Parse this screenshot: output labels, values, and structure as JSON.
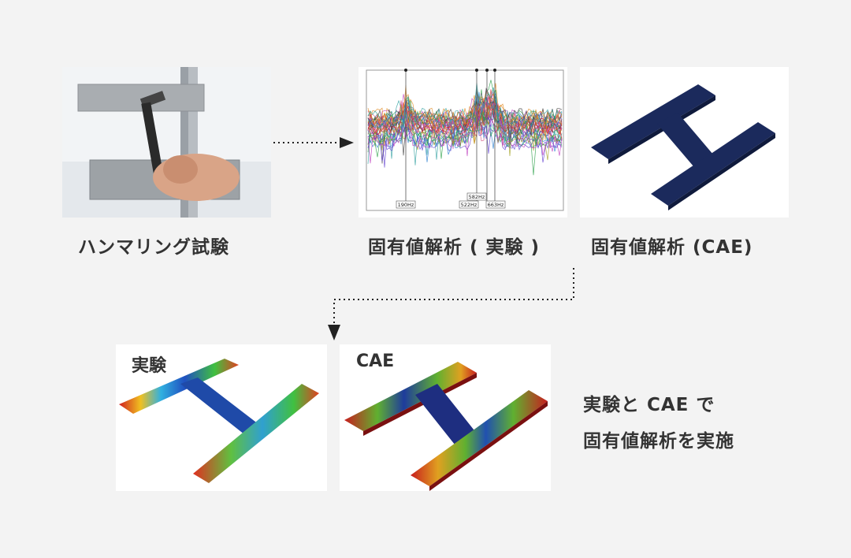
{
  "steps": {
    "hammering": {
      "caption": "ハンマリング試験"
    },
    "experiment": {
      "caption": "固有値解析 ( 実験 )",
      "peaks": [
        {
          "label": "190Hz"
        },
        {
          "label": "522Hz"
        },
        {
          "label": "582Hz"
        },
        {
          "label": "663Hz"
        }
      ]
    },
    "cae": {
      "caption": "固有値解析 (CAE)"
    }
  },
  "comparison": {
    "experiment_label": "実験",
    "cae_label": "CAE",
    "note_line1": "実験と CAE で",
    "note_line2": "固有値解析を実施"
  },
  "colors": {
    "background": "#f3f3f3",
    "model_navy": "#1b2a5c",
    "text": "#333333"
  }
}
